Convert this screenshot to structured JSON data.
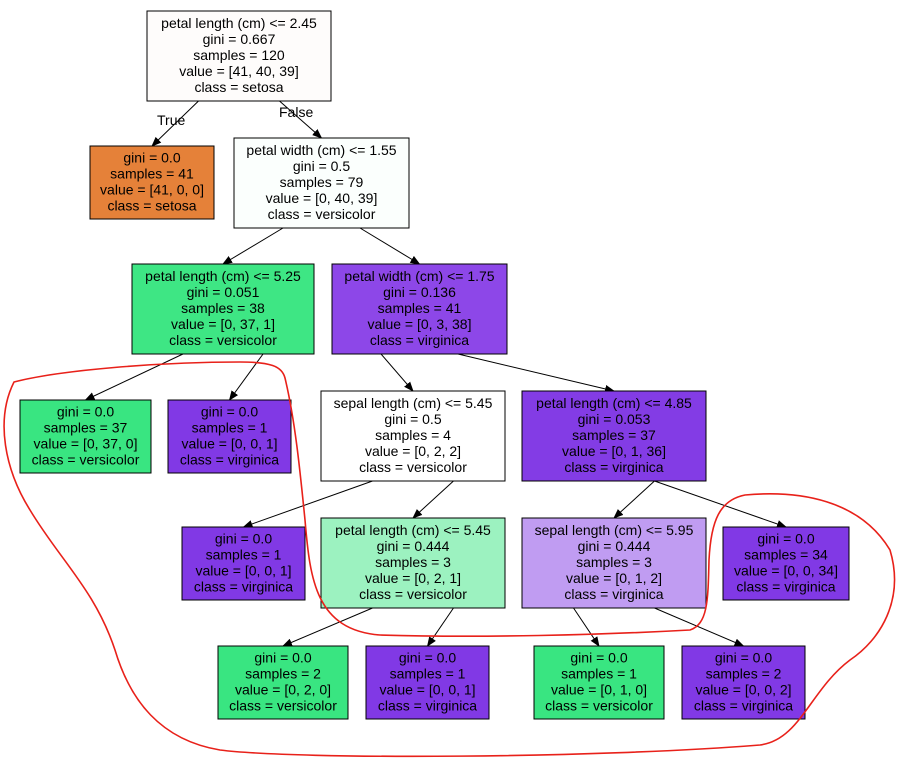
{
  "colors": {
    "root": "#fefcfb",
    "setosa": "#e58139",
    "node_pw155": "#fbfffd",
    "node_pl525": "#3ee684",
    "node_pw175": "#8d47e8",
    "versicolor_pure": "#39e581",
    "virginica_pure": "#8139e5",
    "node_sl545": "#ffffff",
    "node_pl485": "#833ce5",
    "node_pl545": "#9cf2c0",
    "node_sl595": "#c09cf2",
    "annotation": "#e8211a"
  },
  "edge_labels": {
    "true": "True",
    "false": "False"
  },
  "nodes": [
    {
      "id": "n0",
      "color_key": "root",
      "lines": [
        "petal length (cm) <= 2.45",
        "gini = 0.667",
        "samples = 120",
        "value = [41, 40, 39]",
        "class = setosa"
      ]
    },
    {
      "id": "n1",
      "color_key": "setosa",
      "lines": [
        "gini = 0.0",
        "samples = 41",
        "value = [41, 0, 0]",
        "class = setosa"
      ]
    },
    {
      "id": "n2",
      "color_key": "node_pw155",
      "lines": [
        "petal width (cm) <= 1.55",
        "gini = 0.5",
        "samples = 79",
        "value = [0, 40, 39]",
        "class = versicolor"
      ]
    },
    {
      "id": "n3",
      "color_key": "node_pl525",
      "lines": [
        "petal length (cm) <= 5.25",
        "gini = 0.051",
        "samples = 38",
        "value = [0, 37, 1]",
        "class = versicolor"
      ]
    },
    {
      "id": "n4",
      "color_key": "node_pw175",
      "lines": [
        "petal width (cm) <= 1.75",
        "gini = 0.136",
        "samples = 41",
        "value = [0, 3, 38]",
        "class = virginica"
      ]
    },
    {
      "id": "n5",
      "color_key": "versicolor_pure",
      "lines": [
        "gini = 0.0",
        "samples = 37",
        "value = [0, 37, 0]",
        "class = versicolor"
      ]
    },
    {
      "id": "n6",
      "color_key": "virginica_pure",
      "lines": [
        "gini = 0.0",
        "samples = 1",
        "value = [0, 0, 1]",
        "class = virginica"
      ]
    },
    {
      "id": "n7",
      "color_key": "node_sl545",
      "lines": [
        "sepal length (cm) <= 5.45",
        "gini = 0.5",
        "samples = 4",
        "value = [0, 2, 2]",
        "class = versicolor"
      ]
    },
    {
      "id": "n8",
      "color_key": "node_pl485",
      "lines": [
        "petal length (cm) <= 4.85",
        "gini = 0.053",
        "samples = 37",
        "value = [0, 1, 36]",
        "class = virginica"
      ]
    },
    {
      "id": "n9",
      "color_key": "virginica_pure",
      "lines": [
        "gini = 0.0",
        "samples = 1",
        "value = [0, 0, 1]",
        "class = virginica"
      ]
    },
    {
      "id": "n10",
      "color_key": "node_pl545",
      "lines": [
        "petal length (cm) <= 5.45",
        "gini = 0.444",
        "samples = 3",
        "value = [0, 2, 1]",
        "class = versicolor"
      ]
    },
    {
      "id": "n11",
      "color_key": "node_sl595",
      "lines": [
        "sepal length (cm) <= 5.95",
        "gini = 0.444",
        "samples = 3",
        "value = [0, 1, 2]",
        "class = virginica"
      ]
    },
    {
      "id": "n12",
      "color_key": "virginica_pure",
      "lines": [
        "gini = 0.0",
        "samples = 34",
        "value = [0, 0, 34]",
        "class = virginica"
      ]
    },
    {
      "id": "n13",
      "color_key": "versicolor_pure",
      "lines": [
        "gini = 0.0",
        "samples = 2",
        "value = [0, 2, 0]",
        "class = versicolor"
      ]
    },
    {
      "id": "n14",
      "color_key": "virginica_pure",
      "lines": [
        "gini = 0.0",
        "samples = 1",
        "value = [0, 0, 1]",
        "class = virginica"
      ]
    },
    {
      "id": "n15",
      "color_key": "versicolor_pure",
      "lines": [
        "gini = 0.0",
        "samples = 1",
        "value = [0, 1, 0]",
        "class = versicolor"
      ]
    },
    {
      "id": "n16",
      "color_key": "virginica_pure",
      "lines": [
        "gini = 0.0",
        "samples = 2",
        "value = [0, 0, 2]",
        "class = virginica"
      ]
    }
  ],
  "edges": [
    {
      "from": "n0",
      "to": "n1",
      "label_key": "true"
    },
    {
      "from": "n0",
      "to": "n2",
      "label_key": "false"
    },
    {
      "from": "n2",
      "to": "n3"
    },
    {
      "from": "n2",
      "to": "n4"
    },
    {
      "from": "n3",
      "to": "n5"
    },
    {
      "from": "n3",
      "to": "n6"
    },
    {
      "from": "n4",
      "to": "n7"
    },
    {
      "from": "n4",
      "to": "n8"
    },
    {
      "from": "n7",
      "to": "n9"
    },
    {
      "from": "n7",
      "to": "n10"
    },
    {
      "from": "n8",
      "to": "n11"
    },
    {
      "from": "n8",
      "to": "n12"
    },
    {
      "from": "n10",
      "to": "n13"
    },
    {
      "from": "n10",
      "to": "n14"
    },
    {
      "from": "n11",
      "to": "n15"
    },
    {
      "from": "n11",
      "to": "n16"
    }
  ]
}
